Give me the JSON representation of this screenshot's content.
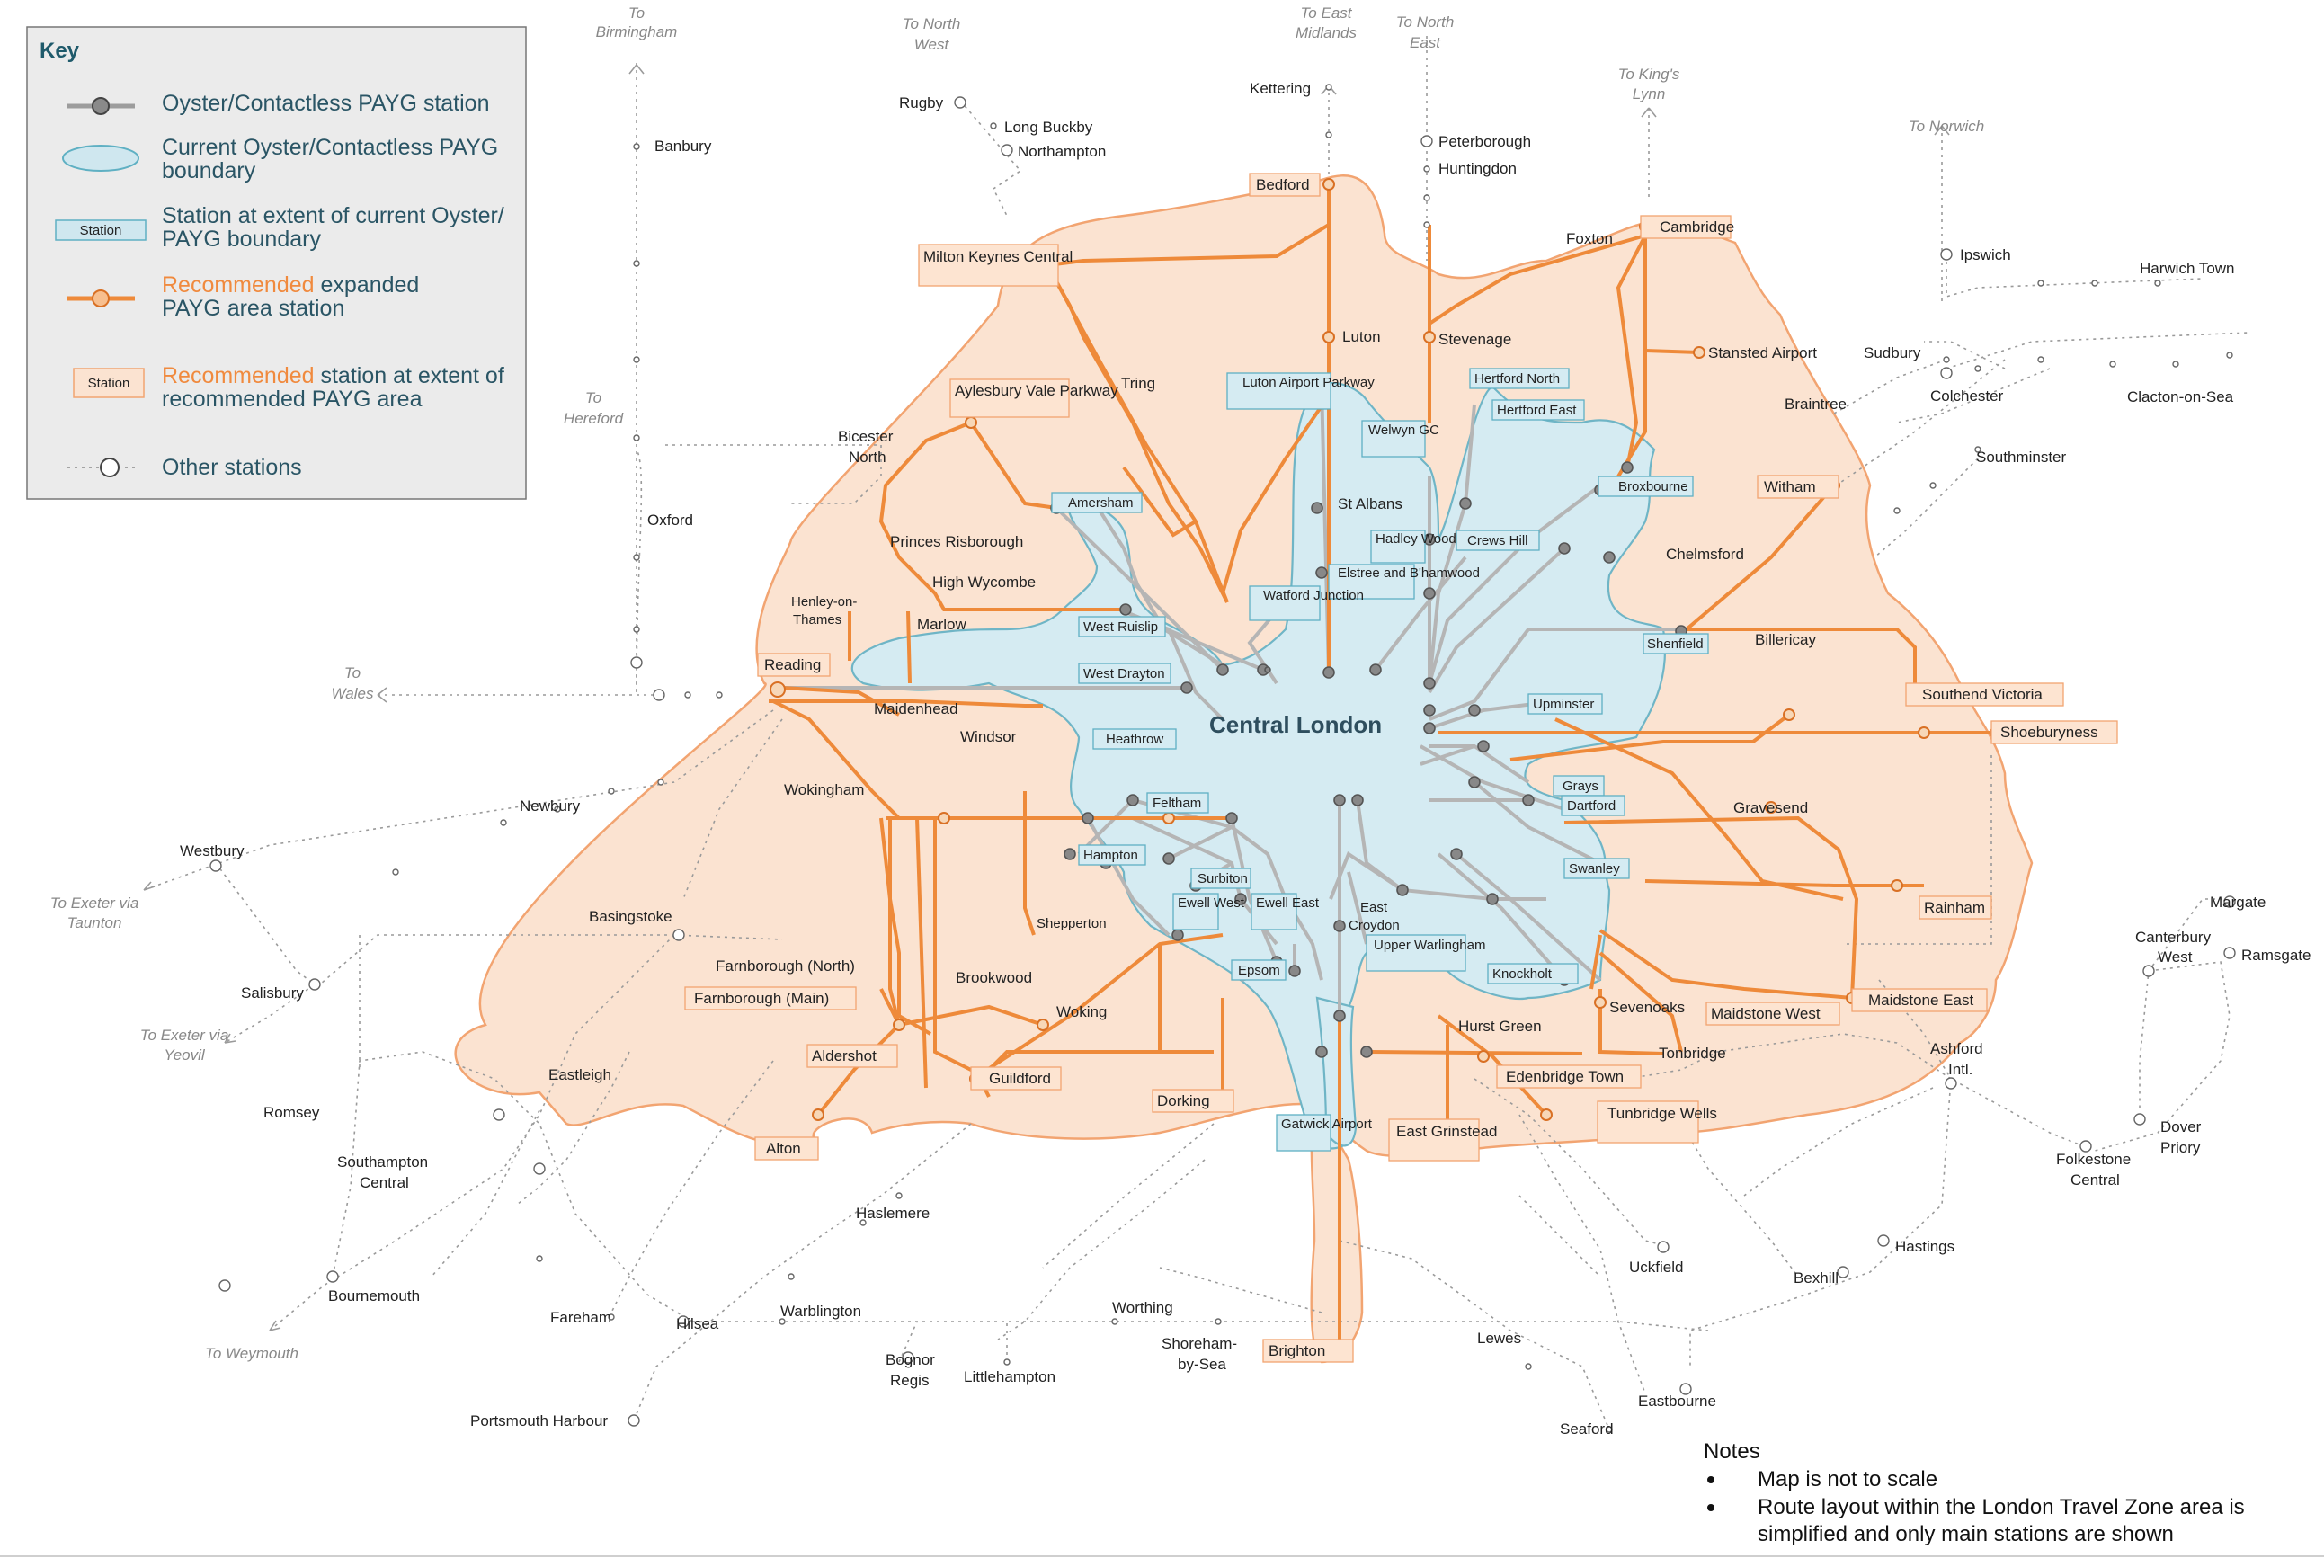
{
  "key": {
    "title": "Key",
    "items": [
      {
        "label_1": "Oyster/Contactless PAYG station"
      },
      {
        "label_1": "Current Oyster/Contactless PAYG",
        "label_2": "boundary"
      },
      {
        "label_1": "Station at extent of current Oyster/",
        "label_2": "PAYG boundary",
        "sample": "Station"
      },
      {
        "label_or": "Recommended",
        "label_1": " expanded",
        "label_2": "PAYG area station"
      },
      {
        "label_or": "Recommended",
        "label_1": " station at extent of",
        "label_2": "recommended PAYG area",
        "sample": "Station"
      },
      {
        "label_1": "Other stations"
      }
    ]
  },
  "central_label": "Central London",
  "directions": [
    {
      "id": "birmingham",
      "l1": "To",
      "l2": "Birmingham"
    },
    {
      "id": "north-west",
      "l1": "To North",
      "l2": "West"
    },
    {
      "id": "east-midlands",
      "l1": "To East",
      "l2": "Midlands"
    },
    {
      "id": "north-east",
      "l1": "To North",
      "l2": "East"
    },
    {
      "id": "kings-lynn",
      "l1": "To King's",
      "l2": "Lynn"
    },
    {
      "id": "norwich",
      "l1": "To Norwich",
      "l2": ""
    },
    {
      "id": "hereford",
      "l1": "To",
      "l2": "Hereford"
    },
    {
      "id": "wales",
      "l1": "To",
      "l2": "Wales"
    },
    {
      "id": "exeter-taunton",
      "l1": "To Exeter via",
      "l2": "Taunton"
    },
    {
      "id": "exeter-yeovil",
      "l1": "To Exeter via",
      "l2": "Yeovil"
    },
    {
      "id": "weymouth",
      "l1": "To Weymouth",
      "l2": ""
    }
  ],
  "current_boundary_stations": [
    "Amersham",
    "West Ruislip",
    "West Drayton",
    "Heathrow",
    "Luton Airport Parkway",
    "Welwyn GC",
    "Hertford North",
    "Hertford East",
    "Broxbourne",
    "Crews Hill",
    "Hadley Wood",
    "Elstree and B'hamwood",
    "Watford Junction",
    "Shenfield",
    "Upminster",
    "Grays",
    "Dartford",
    "Swanley",
    "Feltham",
    "Hampton",
    "Surbiton",
    "Ewell West",
    "Ewell East",
    "Epsom",
    "Upper Warlingham",
    "Knockholt",
    "Gatwick Airport"
  ],
  "recommended_boundary_stations": [
    "Bedford",
    "Cambridge",
    "Milton Keynes Central",
    "Aylesbury Vale Parkway",
    "Reading",
    "Witham",
    "Southend Victoria",
    "Shoeburyness",
    "Rainham",
    "Maidstone West",
    "Maidstone East",
    "Farnborough (Main)",
    "Aldershot",
    "Alton",
    "Guildford",
    "Dorking",
    "Edenbridge Town",
    "Tunbridge Wells",
    "East Grinstead",
    "Brighton"
  ],
  "labels": {
    "kettering": "Kettering",
    "rugby": "Rugby",
    "long_buckby": "Long Buckby",
    "northampton": "Northampton",
    "banbury": "Banbury",
    "peterborough": "Peterborough",
    "huntingdon": "Huntingdon",
    "foxton": "Foxton",
    "ipswich": "Ipswich",
    "harwich_town": "Harwich Town",
    "luton": "Luton",
    "stevenage": "Stevenage",
    "tring": "Tring",
    "stansted_airport": "Stansted Airport",
    "sudbury": "Sudbury",
    "braintree": "Braintree",
    "colchester": "Colchester",
    "clacton": "Clacton-on-Sea",
    "bicester_north_1": "Bicester",
    "bicester_north_2": "North",
    "southminster": "Southminster",
    "oxford": "Oxford",
    "st_albans": "St Albans",
    "chelmsford": "Chelmsford",
    "princes_risborough": "Princes Risborough",
    "high_wycombe": "High Wycombe",
    "henley_1": "Henley-on-",
    "henley_2": "Thames",
    "marlow": "Marlow",
    "billericay": "Billericay",
    "maidenhead": "Maidenhead",
    "windsor": "Windsor",
    "newbury": "Newbury",
    "wokingham": "Wokingham",
    "westbury": "Westbury",
    "gravesend": "Gravesend",
    "basingstoke": "Basingstoke",
    "margate": "Margate",
    "shepperton": "Shepperton",
    "east_croydon_1": "East",
    "east_croydon_2": "Croydon",
    "farnborough_north": "Farnborough (North)",
    "canterbury_west_1": "Canterbury",
    "canterbury_west_2": "West",
    "ramsgate": "Ramsgate",
    "salisbury": "Salisbury",
    "brookwood": "Brookwood",
    "sevenoaks": "Sevenoaks",
    "woking": "Woking",
    "hurst_green": "Hurst Green",
    "tonbridge": "Tonbridge",
    "eastleigh": "Eastleigh",
    "ashford_1": "Ashford",
    "ashford_2": "Intl.",
    "romsey": "Romsey",
    "dover_1": "Dover",
    "dover_2": "Priory",
    "southampton_1": "Southampton",
    "southampton_2": "Central",
    "folkestone_1": "Folkestone",
    "folkestone_2": "Central",
    "haslemere": "Haslemere",
    "hastings": "Hastings",
    "uckfield": "Uckfield",
    "bexhill": "Bexhill",
    "bournemouth": "Bournemouth",
    "warblington": "Warblington",
    "worthing": "Worthing",
    "fareham": "Fareham",
    "hilsea": "Hilsea",
    "shoreham_1": "Shoreham-",
    "shoreham_2": "by-Sea",
    "lewes": "Lewes",
    "bognor_1": "Bognor",
    "bognor_2": "Regis",
    "littlehampton": "Littlehampton",
    "eastbourne": "Eastbourne",
    "portsmouth_harbour": "Portsmouth Harbour",
    "seaford": "Seaford"
  },
  "notes": {
    "title": "Notes",
    "items": [
      {
        "l1": "Map is not to scale",
        "l2": ""
      },
      {
        "l1": "Route layout within the London Travel Zone area is",
        "l2": "simplified and only main stations are shown"
      }
    ]
  },
  "colors": {
    "expanded_area_fill": "#fbe3d1",
    "expanded_area_stroke": "#f2a471",
    "current_area_fill": "#d5ebf2",
    "current_area_stroke": "#6fb5c6",
    "oyster_line": "#b5b5b5",
    "recommended_line": "#ee8a3a",
    "other_line": "#9a9a9a",
    "key_title": "#1f5a6b"
  }
}
